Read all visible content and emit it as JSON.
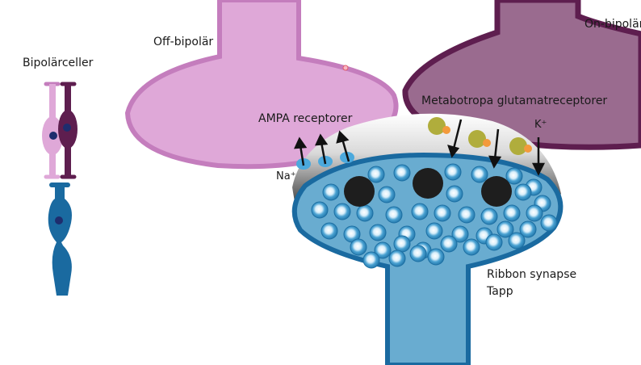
{
  "labels": {
    "bipolar_cells": "Bipolärceller",
    "off_bipolar": "Off-bipolär",
    "on_bipolar": "On-bipolär",
    "ampa": "AMPA receptorer",
    "metabotropic": "Metabotropa glutamatreceptorer",
    "sodium": "Na⁺",
    "potassium": "K⁺",
    "ribbon_synapse": "Ribbon synapse",
    "cone_pedicle": "Tapp"
  },
  "colors": {
    "off_bipolar_fill": "#dfa8d8",
    "off_bipolar_stroke": "#c47dbd",
    "on_bipolar_fill": "#9a6b8f",
    "on_bipolar_stroke": "#5e1e4f",
    "cone_fill": "#69acd0",
    "cone_stroke": "#1a6aa0",
    "vesicle": "#2f8fc4",
    "ribbon": "#1e1e1e",
    "receptor_mglur": "#b0ad3c",
    "receptor_tip": "#f39a3c",
    "ampa_receptor": "#4ba9dd"
  }
}
